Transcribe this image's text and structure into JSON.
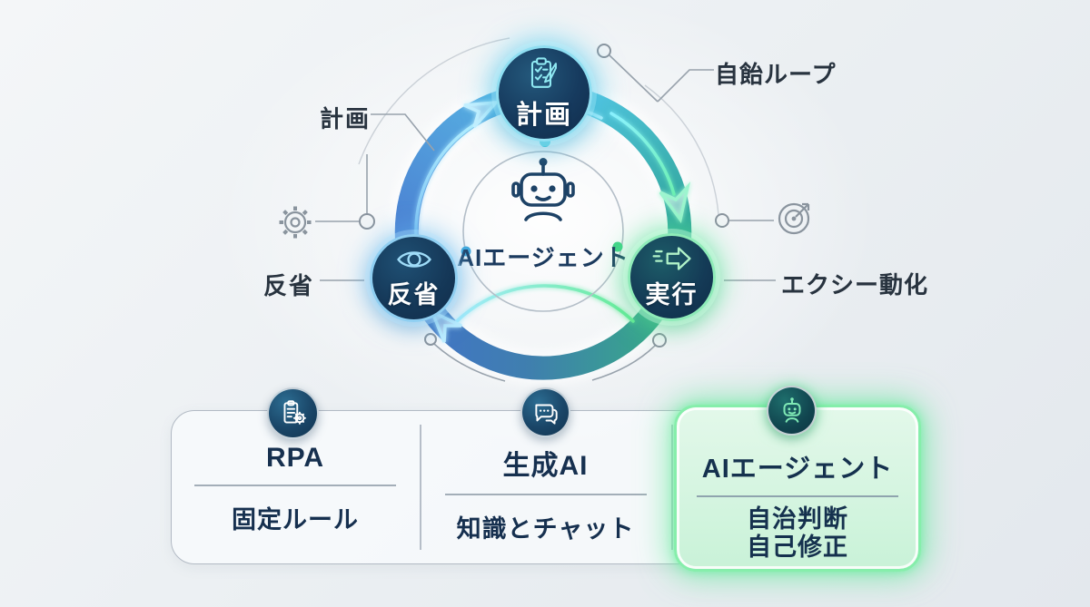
{
  "diagram": {
    "center": {
      "label": "AIエージェント"
    },
    "nodes": [
      {
        "id": "plan",
        "label": "計画"
      },
      {
        "id": "execute",
        "label": "実行"
      },
      {
        "id": "reflect",
        "label": "反省"
      }
    ],
    "annotations": {
      "plan": "計画",
      "loop": "自飴ループ",
      "reflect": "反省",
      "automation": "エクシー動化"
    }
  },
  "comparison": {
    "cards": [
      {
        "title": "RPA",
        "lines": [
          "固定ルール"
        ],
        "highlighted": false
      },
      {
        "title": "生成AI",
        "lines": [
          "知識とチャット"
        ],
        "highlighted": false
      },
      {
        "title": "AIエージェント",
        "lines": [
          "自治判断",
          "自己修正"
        ],
        "highlighted": true
      }
    ]
  },
  "icons": {
    "plan": "clipboard-check-icon",
    "execute": "arrow-right-icon",
    "reflect": "eye-icon",
    "center": "robot-icon",
    "left_decor": "gear-icon",
    "right_decor": "target-icon",
    "rpa": "clipboard-gear-icon",
    "genai": "chat-bubbles-icon",
    "agent": "robot-icon"
  },
  "colors": {
    "ring_blue": "#4a7bd0",
    "ring_cyan": "#3ec6e0",
    "ring_teal": "#2aa38e",
    "ring_green": "#4ade80",
    "node_navy": "#14324f",
    "highlight_green": "#86eeab",
    "text_dark": "#1b3250",
    "background": "#edf0f3"
  }
}
